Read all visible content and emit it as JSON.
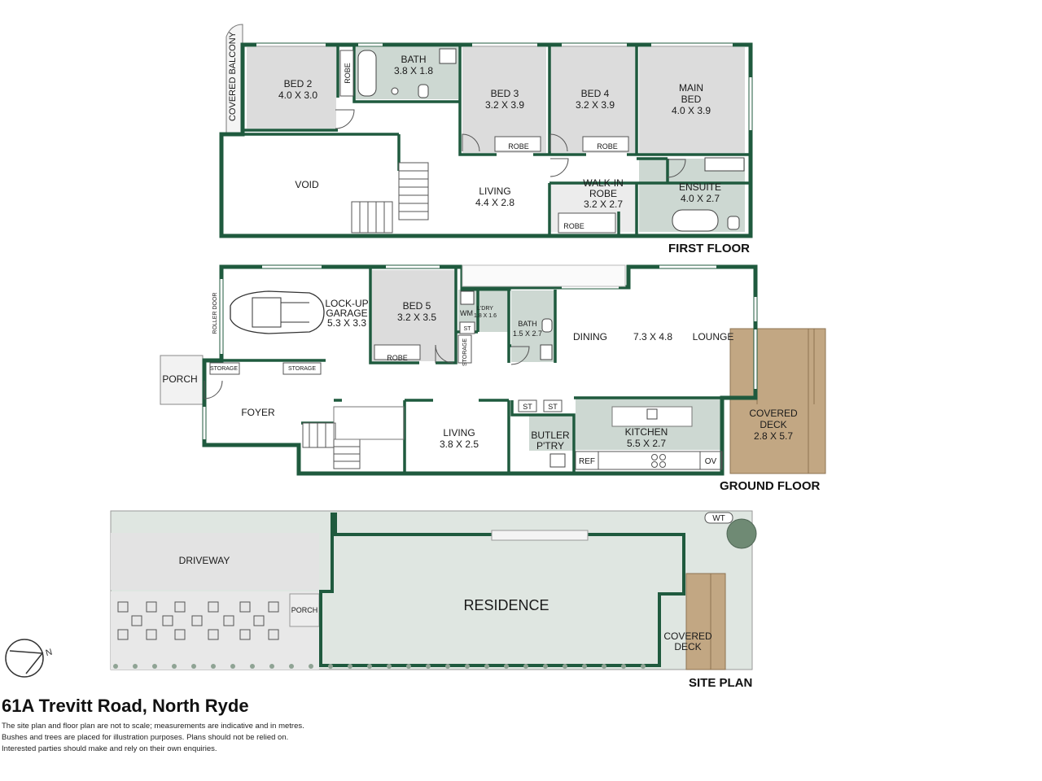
{
  "first_floor": {
    "title": "FIRST FLOOR",
    "covered_balcony": "COVERED BALCONY",
    "bed2": {
      "name": "BED 2",
      "size": "4.0 X 3.0"
    },
    "robe_bed2": "ROBE",
    "bath": {
      "name": "BATH",
      "size": "3.8 X 1.8"
    },
    "bed3": {
      "name": "BED 3",
      "size": "3.2 X 3.9",
      "robe": "ROBE"
    },
    "bed4": {
      "name": "BED 4",
      "size": "3.2 X 3.9",
      "robe": "ROBE"
    },
    "main_bed": {
      "name_1": "MAIN",
      "name_2": "BED",
      "size": "4.0 X 3.9"
    },
    "void": "VOID",
    "living": {
      "name": "LIVING",
      "size": "4.4 X 2.8"
    },
    "walkin": {
      "name_1": "WALK-IN",
      "name_2": "ROBE",
      "size": "3.2 X 2.7",
      "robe": "ROBE"
    },
    "ensuite": {
      "name": "ENSUITE",
      "size": "4.0 X 2.7"
    }
  },
  "ground_floor": {
    "title": "GROUND FLOOR",
    "garage": {
      "name_1": "LOCK-UP",
      "name_2": "GARAGE",
      "size": "5.3 X 3.3"
    },
    "roller_door": "ROLLER DOOR",
    "bed5": {
      "name": "BED 5",
      "size": "3.2 X 3.5",
      "robe": "ROBE"
    },
    "wm": "WM",
    "laundry": {
      "name": "L'DRY",
      "size": "1.8 X 1.6"
    },
    "st": "ST",
    "storage": "STORAGE",
    "bath": {
      "name": "BATH",
      "size": "1.5 X 2.7"
    },
    "dining": "DINING",
    "dining_lounge_size": "7.3 X 4.8",
    "lounge": "LOUNGE",
    "porch": "PORCH",
    "foyer": "FOYER",
    "living": {
      "name": "LIVING",
      "size": "3.8 X 2.5"
    },
    "butler": {
      "name_1": "BUTLER",
      "name_2": "P'TRY"
    },
    "kitchen": {
      "name": "KITCHEN",
      "size": "5.5 X 2.7"
    },
    "ref": "REF",
    "ov": "OV",
    "covered_deck": {
      "name_1": "COVERED",
      "name_2": "DECK",
      "size": "2.8 X 5.7"
    }
  },
  "site_plan": {
    "title": "SITE PLAN",
    "driveway": "DRIVEWAY",
    "porch": "PORCH",
    "residence": "RESIDENCE",
    "wt": "WT",
    "covered_deck": {
      "name_1": "COVERED",
      "name_2": "DECK"
    },
    "north": "N"
  },
  "address": "61A Trevitt Road, North Ryde",
  "disclaimer": [
    "The site plan and floor plan are not to scale; measurements are indicative and in metres.",
    "Bushes and trees are placed for illustration purposes. Plans should not be relied on.",
    "Interested parties should make and rely on their own enquiries."
  ],
  "colors": {
    "wall": "#1f5a3e",
    "bedroom_fill": "#dcdcdc",
    "wet_area_fill": "#cdd8d2",
    "deck": "#c2a783",
    "landscape": "#dfe6e1"
  },
  "icons": [
    "car-icon",
    "north-arrow-icon",
    "tree-icon",
    "bathtub-icon",
    "toilet-icon",
    "basin-icon",
    "stairs-icon",
    "door-swing-icon"
  ]
}
